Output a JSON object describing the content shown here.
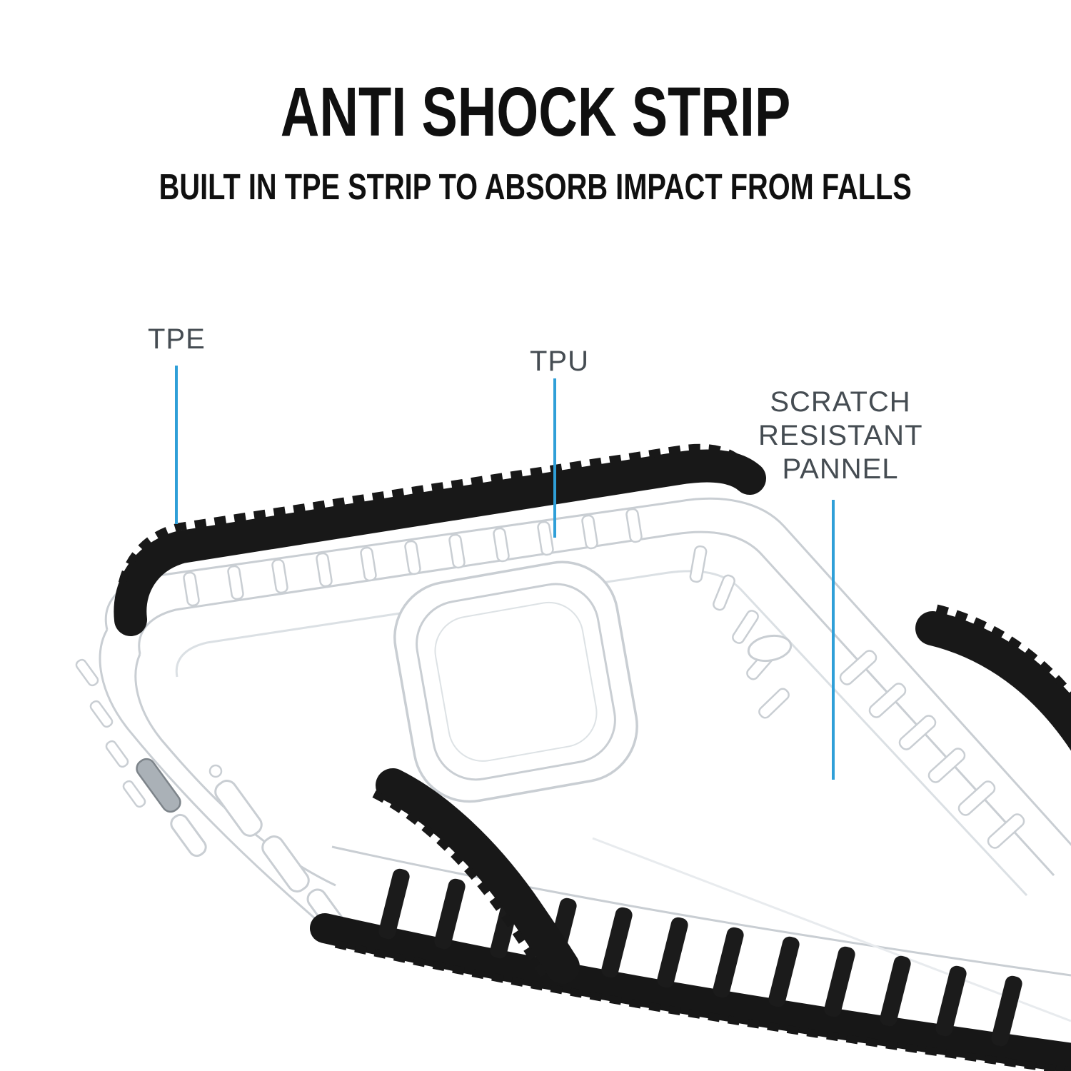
{
  "header": {
    "title": "ANTI SHOCK STRIP",
    "subtitle": "BUILT IN TPE STRIP TO ABSORB IMPACT FROM FALLS"
  },
  "annotations": {
    "tpe": {
      "label": "TPE"
    },
    "tpu": {
      "label": "TPU"
    },
    "scratch_panel": {
      "line1": "SCRATCH",
      "line2": "RESISTANT",
      "line3": "PANNEL"
    }
  },
  "colors": {
    "accent_blue": "#2f9fd8",
    "strip_black": "#1a1a1a",
    "case_outline": "#c9ced3",
    "title_text": "#101010",
    "label_text": "#454c52",
    "background": "#ffffff"
  }
}
